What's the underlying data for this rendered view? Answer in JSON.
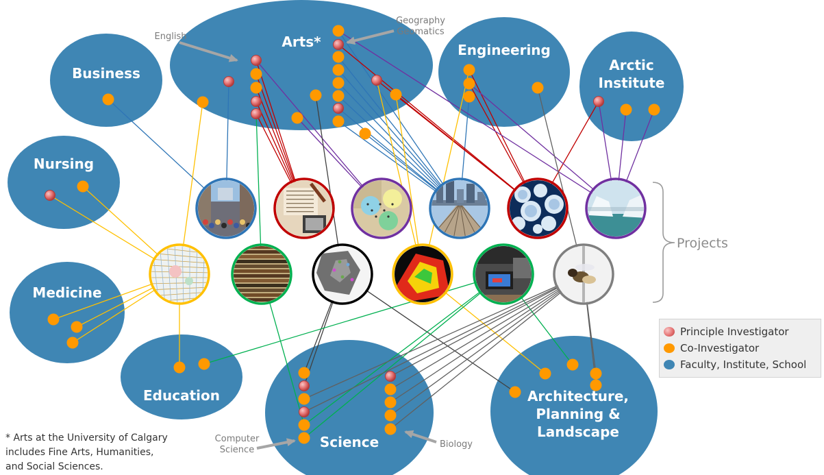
{
  "faculties": [
    {
      "id": "arts",
      "label_lines": [
        "Arts*"
      ]
    },
    {
      "id": "business",
      "label_lines": [
        "Business"
      ]
    },
    {
      "id": "engineering",
      "label_lines": [
        "Engineering"
      ]
    },
    {
      "id": "arctic",
      "label_lines": [
        "Arctic",
        "Institute"
      ]
    },
    {
      "id": "nursing",
      "label_lines": [
        "Nursing"
      ]
    },
    {
      "id": "medicine",
      "label_lines": [
        "Medicine"
      ]
    },
    {
      "id": "education",
      "label_lines": [
        "Education"
      ]
    },
    {
      "id": "science",
      "label_lines": [
        "Science"
      ]
    },
    {
      "id": "architecture",
      "label_lines": [
        "Architecture,",
        "Planning &",
        "Landscape"
      ]
    }
  ],
  "annotations": [
    {
      "id": "english",
      "lines": [
        "English"
      ]
    },
    {
      "id": "geography",
      "lines": [
        "Geography",
        "Geomatics"
      ]
    },
    {
      "id": "compsci",
      "lines": [
        "Computer",
        "Science"
      ]
    },
    {
      "id": "biology",
      "lines": [
        "Biology"
      ]
    }
  ],
  "projects": [
    {
      "id": "p1",
      "color": "#2e75b6",
      "photo": "city-street-photo"
    },
    {
      "id": "p2",
      "color": "#c00000",
      "photo": "archival-letters-photo"
    },
    {
      "id": "p3",
      "color": "#7030a0",
      "photo": "historical-map-photo"
    },
    {
      "id": "p4",
      "color": "#2e75b6",
      "photo": "city-skyline-bridge-photo"
    },
    {
      "id": "p5",
      "color": "#c00000",
      "photo": "sea-ice-photo"
    },
    {
      "id": "p6",
      "color": "#7030a0",
      "photo": "arctic-iceberg-photo"
    },
    {
      "id": "p7",
      "color": "#ffc000",
      "photo": "city-map-photo"
    },
    {
      "id": "p8",
      "color": "#00b050",
      "photo": "old-books-photo"
    },
    {
      "id": "p9",
      "color": "#000000",
      "photo": "grey-map-photo"
    },
    {
      "id": "p10",
      "color": "#ffc000",
      "photo": "lidar-scan-photo"
    },
    {
      "id": "p11",
      "color": "#00b050",
      "photo": "3d-printer-photo"
    },
    {
      "id": "p12",
      "color": "#7f7f7f",
      "photo": "bee-specimen-photo"
    }
  ],
  "projects_label": "Projects",
  "legend": [
    {
      "label": "Principle Investigator",
      "color": "#e57373"
    },
    {
      "label": "Co-Investigator",
      "color": "#ff9900"
    },
    {
      "label": "Faculty, Institute, School",
      "color": "#3f86b4"
    }
  ],
  "footnote_lines": [
    "* Arts at the University of Calgary",
    "includes Fine Arts, Humanities,",
    "and Social Sciences."
  ],
  "colors": {
    "faculty": "#3f86b4",
    "pi": "#e57373",
    "coi": "#ff9900",
    "pi_edge": "#b33a3a"
  }
}
